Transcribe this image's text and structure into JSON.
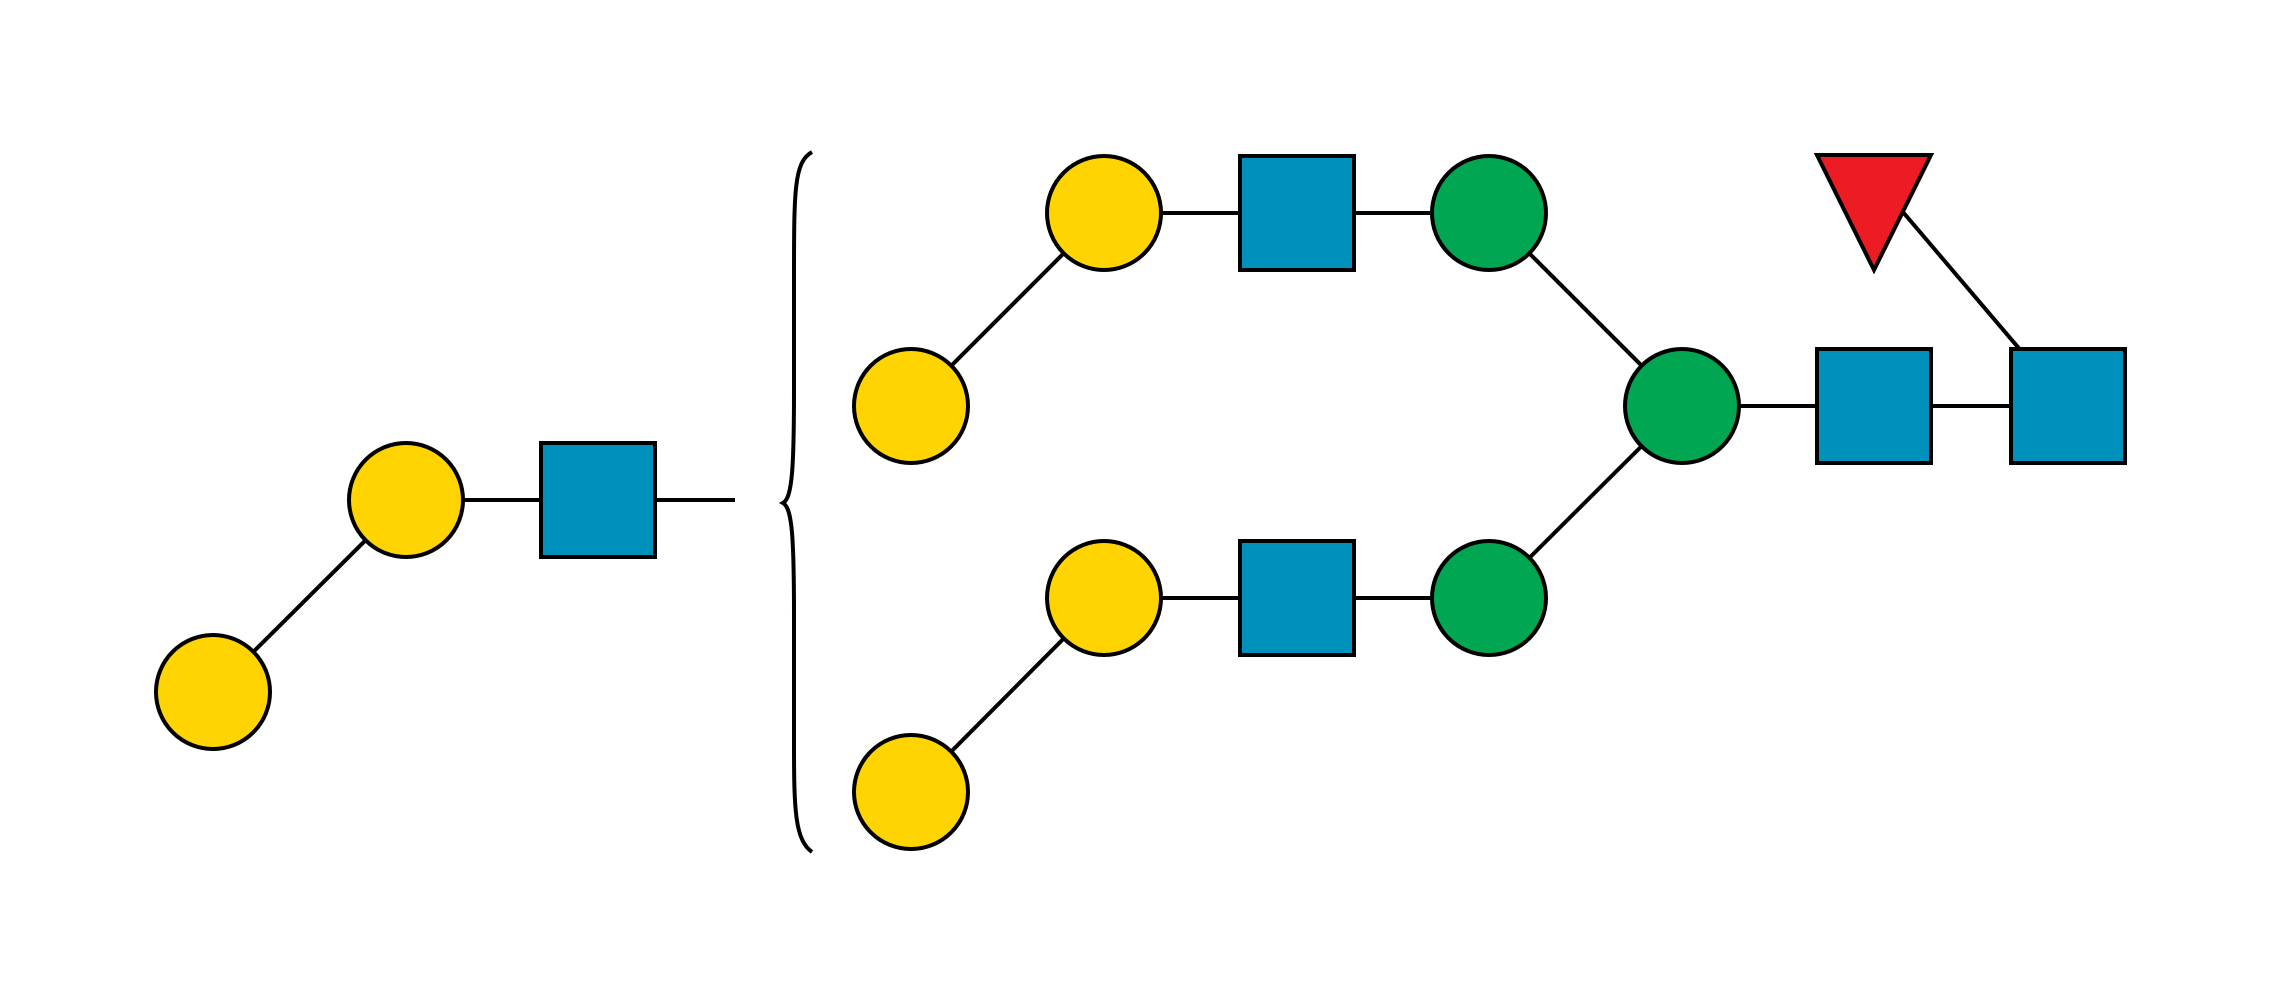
{
  "colors": {
    "background": "#ffffff",
    "galactose": "#FFD400",
    "glcnac": "#0090BC",
    "mannose": "#00A651",
    "fucose": "#ED1C24",
    "outline": "#000000"
  },
  "symbol_legend": {
    "galactose": "yellow-circle",
    "glcnac": "blue-square",
    "mannose": "green-circle",
    "fucose": "red-triangle"
  },
  "residues": [
    {
      "id": "core-glcnac-reducing",
      "type": "glcnac"
    },
    {
      "id": "core-glcnac-2",
      "type": "glcnac"
    },
    {
      "id": "core-fucose",
      "type": "fucose"
    },
    {
      "id": "core-mannose-branch",
      "type": "mannose"
    },
    {
      "id": "arm-upper-mannose",
      "type": "mannose"
    },
    {
      "id": "arm-upper-glcnac",
      "type": "glcnac"
    },
    {
      "id": "arm-upper-gal-1",
      "type": "galactose"
    },
    {
      "id": "arm-upper-gal-2",
      "type": "galactose"
    },
    {
      "id": "arm-lower-mannose",
      "type": "mannose"
    },
    {
      "id": "arm-lower-glcnac",
      "type": "glcnac"
    },
    {
      "id": "arm-lower-gal-1",
      "type": "galactose"
    },
    {
      "id": "arm-lower-gal-2",
      "type": "galactose"
    },
    {
      "id": "antenna-glcnac",
      "type": "glcnac"
    },
    {
      "id": "antenna-gal-1",
      "type": "galactose"
    },
    {
      "id": "antenna-gal-2",
      "type": "galactose"
    }
  ],
  "linkages": [
    [
      "core-glcnac-reducing",
      "core-glcnac-2"
    ],
    [
      "core-glcnac-reducing",
      "core-fucose"
    ],
    [
      "core-glcnac-2",
      "core-mannose-branch"
    ],
    [
      "core-mannose-branch",
      "arm-upper-mannose"
    ],
    [
      "core-mannose-branch",
      "arm-lower-mannose"
    ],
    [
      "arm-upper-mannose",
      "arm-upper-glcnac"
    ],
    [
      "arm-upper-glcnac",
      "arm-upper-gal-1"
    ],
    [
      "arm-upper-gal-1",
      "arm-upper-gal-2"
    ],
    [
      "arm-lower-mannose",
      "arm-lower-glcnac"
    ],
    [
      "arm-lower-glcnac",
      "arm-lower-gal-1"
    ],
    [
      "arm-lower-gal-1",
      "arm-lower-gal-2"
    ],
    [
      "antenna-glcnac",
      "antenna-gal-1"
    ],
    [
      "antenna-gal-1",
      "antenna-gal-2"
    ]
  ],
  "antenna_attachment": "brace"
}
